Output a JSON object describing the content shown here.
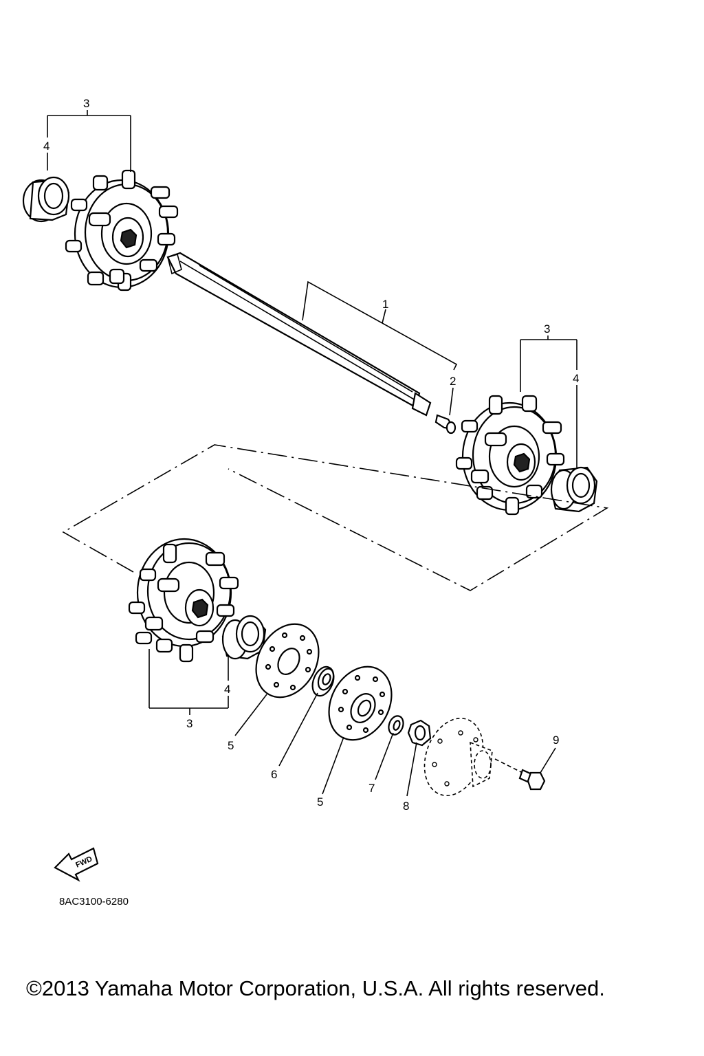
{
  "callouts": {
    "c1": "1",
    "c2": "2",
    "c3_top_left": "3",
    "c4_top_left": "4",
    "c3_right": "3",
    "c4_right": "4",
    "c4_bottom": "4",
    "c3_bottom": "3",
    "c5_a": "5",
    "c6": "6",
    "c5_b": "5",
    "c7": "7",
    "c8": "8",
    "c9": "9"
  },
  "fwd_label": "FWD",
  "diagram_code": "8AC3100-6280",
  "copyright": "©2013 Yamaha Motor Corporation, U.S.A. All rights reserved."
}
